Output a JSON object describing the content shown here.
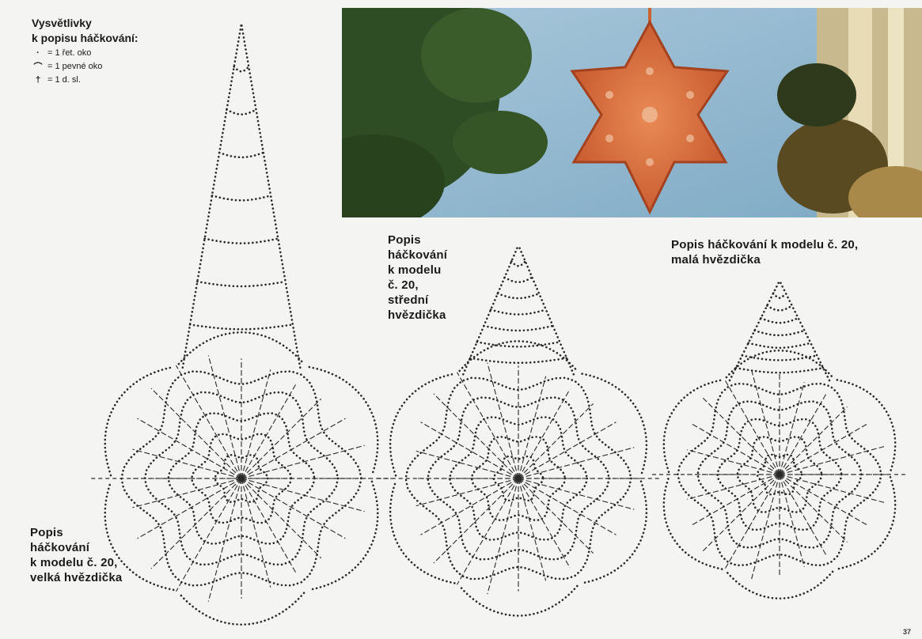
{
  "legend": {
    "title_line1": "Vysvětlivky",
    "title_line2": "k popisu háčkování:",
    "items": [
      {
        "symbol": "·",
        "text": "= 1 řet. oko"
      },
      {
        "symbol": "⌒",
        "text": "= 1 pevné oko"
      },
      {
        "symbol": "†",
        "text": "= 1 d. sl."
      }
    ]
  },
  "labels": {
    "large": [
      "Popis",
      "háčkování",
      "k modelu č. 20,",
      "velká hvězdička"
    ],
    "medium": [
      "Popis",
      "háčkování",
      "k modelu",
      "č. 20,",
      "střední",
      "hvězdička"
    ],
    "small": [
      "Popis háčkování k modelu č. 20,",
      "malá hvězdička"
    ]
  },
  "page_number": "37",
  "colors": {
    "ink": "#2a2a2a",
    "sky": "#8fb8d2",
    "star": "#d86b3c",
    "pine": "#2d4a22"
  }
}
